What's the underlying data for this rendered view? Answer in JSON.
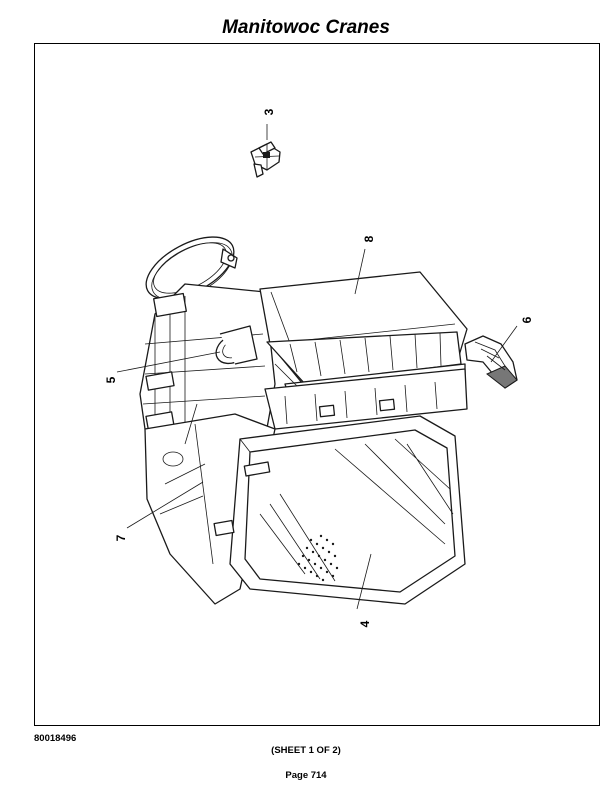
{
  "header": {
    "title": "Manitowoc Cranes"
  },
  "drawing": {
    "callouts": [
      {
        "id": "3",
        "label": "3"
      },
      {
        "id": "8",
        "label": "8"
      },
      {
        "id": "6",
        "label": "6"
      },
      {
        "id": "5",
        "label": "5"
      },
      {
        "id": "7",
        "label": "7"
      },
      {
        "id": "4",
        "label": "4"
      }
    ]
  },
  "footer": {
    "drawing_number": "80018496",
    "sheet": "(SHEET 1 OF 2)",
    "page": "Page 714"
  }
}
